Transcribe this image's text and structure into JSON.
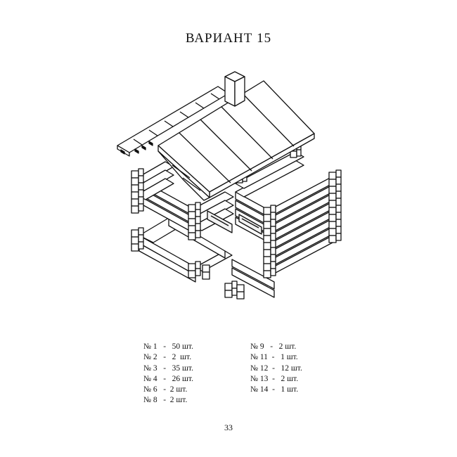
{
  "title": "ВАРИАНТ  15",
  "illustration_label": "log-house-isometric-drawing",
  "parts_left": [
    "№ 1   -   50 шт.",
    "№ 2   -   2  шт.",
    "№ 3   -   35 шт.",
    "№ 4   -   26 шт.",
    "№ 6   -  2 шт.",
    "№ 8   -  2 шт."
  ],
  "parts_right": [
    "№ 9   -   2 шт.",
    "№ 11  -   1 шт.",
    "№ 12  -   12 шт.",
    "№ 13  -   2 шт.",
    "№ 14  -   1 шт."
  ],
  "page_number": "33"
}
